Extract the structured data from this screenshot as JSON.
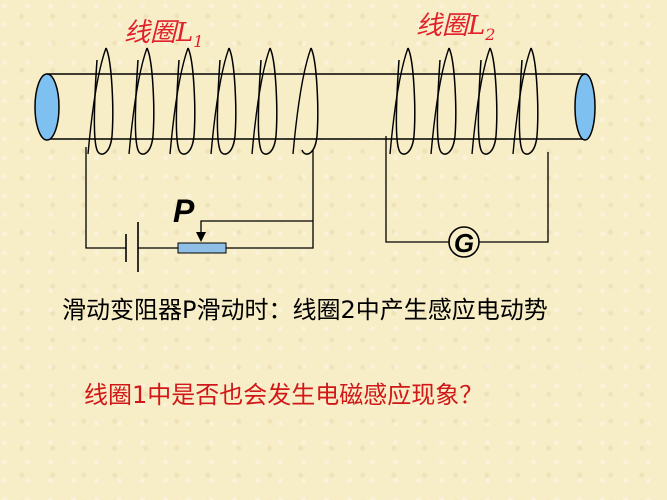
{
  "coil1": {
    "prefix": "线圈",
    "letter": "L",
    "sub": "1"
  },
  "coil2": {
    "prefix": "线圈",
    "letter": "L",
    "sub": "2"
  },
  "slider_label": "P",
  "meter_label": "G",
  "description": "滑动变阻器P滑动时：线圈2中产生感应电动势",
  "question": "线圈1中是否也会发生电磁感应现象？",
  "colors": {
    "label": "#e0202a",
    "tube_end": "#7ec0f0",
    "resistor": "#8fbfe6",
    "question": "#d01818"
  }
}
